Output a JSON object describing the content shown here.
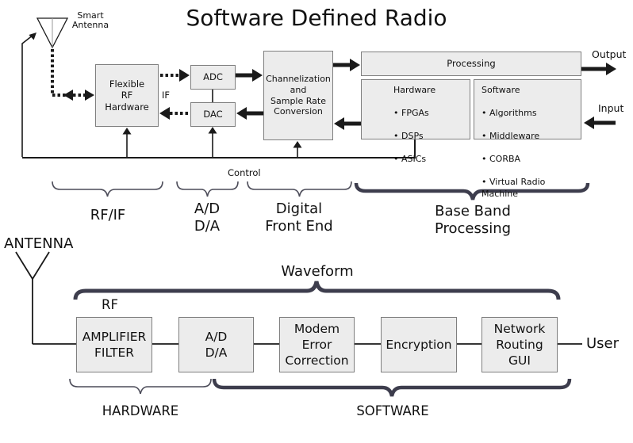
{
  "title": "Software Defined Radio",
  "colors": {
    "line": "#1a1a1a",
    "box_fill": "#ececec",
    "box_border": "#7f7f7f",
    "brace_thin": "#4b4b58",
    "brace_thick": "#3d3d4d",
    "text": "#111111"
  },
  "top": {
    "smart_antenna_label": "Smart\nAntenna",
    "if_label": "IF",
    "control_label": "Control",
    "output_label": "Output",
    "input_label": "Input",
    "boxes": {
      "flexible_rf": "Flexible\nRF\nHardware",
      "adc": "ADC",
      "dac": "DAC",
      "channelization": "Channelization\nand\nSample Rate\nConversion",
      "processing": "Processing",
      "hardware": {
        "title": "Hardware",
        "items": [
          "FPGAs",
          "DSPs",
          "ASICs"
        ]
      },
      "software": {
        "title": "Software",
        "items": [
          "Algorithms",
          "Middleware",
          "CORBA",
          "Virtual Radio Machine"
        ]
      }
    },
    "braces": {
      "rf_if": "RF/IF",
      "ad_da": "A/D\nD/A",
      "digital_front_end": "Digital\nFront End",
      "base_band": "Base Band\nProcessing"
    }
  },
  "bottom": {
    "antenna_label": "ANTENNA",
    "waveform_label": "Waveform",
    "rf_label": "RF",
    "user_label": "User",
    "boxes": {
      "amplifier": "AMPLIFIER\nFILTER",
      "ad_da": "A/D\nD/A",
      "modem": "Modem\nError\nCorrection",
      "encryption": "Encryption",
      "network": "Network\nRouting\nGUI"
    },
    "braces": {
      "hardware": "HARDWARE",
      "software": "SOFTWARE"
    }
  }
}
